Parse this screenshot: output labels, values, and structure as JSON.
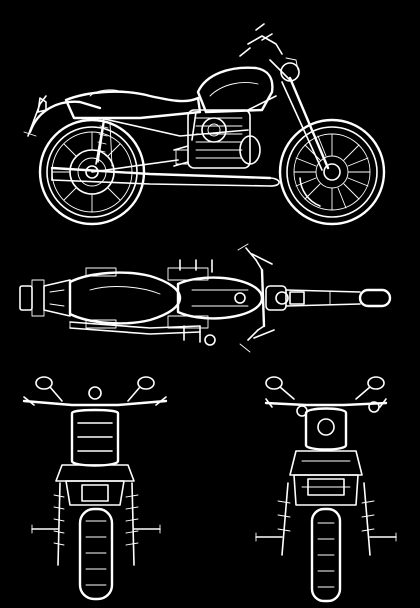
{
  "drawing": {
    "background_color": "#000000",
    "line_color": "#ffffff",
    "subject_icon": "motorcycle-blueprint-icon",
    "views": [
      {
        "id": "side",
        "icon": "motorcycle-side-view-icon"
      },
      {
        "id": "top",
        "icon": "motorcycle-top-view-icon"
      },
      {
        "id": "rear",
        "icon": "motorcycle-rear-view-icon"
      },
      {
        "id": "front",
        "icon": "motorcycle-front-view-icon"
      }
    ]
  }
}
